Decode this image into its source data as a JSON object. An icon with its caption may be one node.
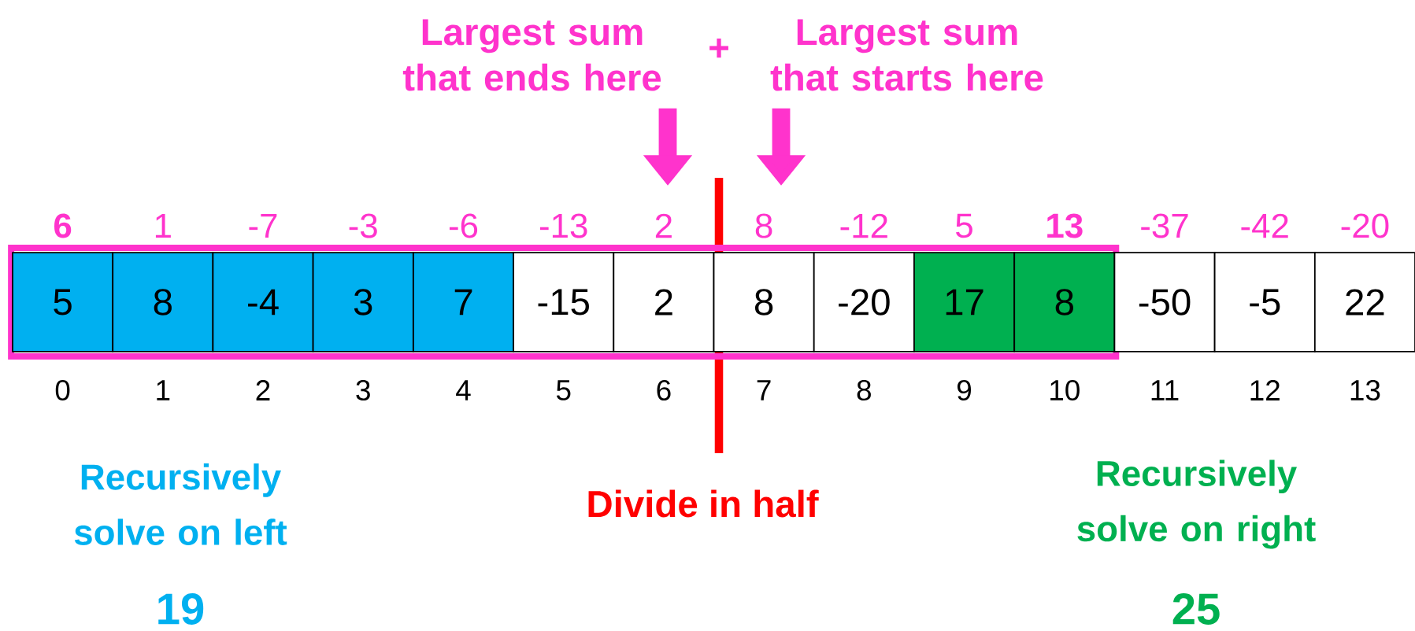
{
  "diagram": {
    "nodes": [
      {
        "text": [
          "Largest sum that ends here"
        ]
      },
      {
        "text": [
          "Largest sum that starts here"
        ]
      },
      {
        "text": [],
        "shape": "box"
      },
      {
        "text": [
          "5"
        ],
        "in": 2,
        "beside": [
          "6",
          "0"
        ]
      },
      {
        "text": [
          "8"
        ],
        "in": 2,
        "beside": [
          "1",
          "1"
        ]
      },
      {
        "text": [
          "-4"
        ],
        "in": 2,
        "beside": [
          "-7",
          "2"
        ]
      },
      {
        "text": [
          "3"
        ],
        "in": 2,
        "beside": [
          "-3",
          "3"
        ]
      },
      {
        "text": [
          "7"
        ],
        "in": 2,
        "beside": [
          "-6",
          "4"
        ]
      },
      {
        "text": [
          "-15"
        ],
        "in": 2,
        "beside": [
          "-13",
          "5"
        ]
      },
      {
        "text": [
          "2"
        ],
        "in": 2,
        "beside": [
          "2",
          "6"
        ]
      },
      {
        "text": [
          "8"
        ],
        "in": 2,
        "beside": [
          "8",
          "7"
        ]
      },
      {
        "text": [
          "-20"
        ],
        "in": 2,
        "beside": [
          "-12",
          "8"
        ]
      },
      {
        "text": [
          "17"
        ],
        "in": 2,
        "beside": [
          "5",
          "9"
        ]
      },
      {
        "text": [
          "8"
        ],
        "in": 2,
        "beside": [
          "13",
          "10"
        ]
      },
      {
        "text": [
          "-50"
        ],
        "beside": [
          "-37",
          "11"
        ]
      },
      {
        "text": [
          "-5"
        ],
        "beside": [
          "-42",
          "12"
        ]
      },
      {
        "text": [
          "22"
        ],
        "beside": [
          "-20",
          "13"
        ]
      }
    ],
    "edges": [
      {
        "from": 0,
        "to": null,
        "arrow": "to"
      },
      {
        "from": 1,
        "to": null,
        "arrow": "to"
      }
    ],
    "labels": [
      "+",
      "Divide in half",
      "Recursively solve on left",
      "19",
      "Recursively solve on right",
      "25"
    ]
  }
}
